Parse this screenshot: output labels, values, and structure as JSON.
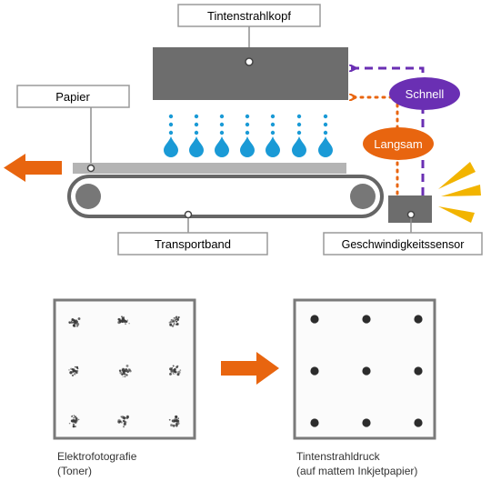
{
  "labels": {
    "printhead": "Tintenstrahlkopf",
    "paper": "Papier",
    "belt": "Transportband",
    "sensor": "Geschwindigkeitssensor",
    "fast": "Schnell",
    "slow": "Langsam"
  },
  "comparison": {
    "left_title": "Elektrofotografie",
    "left_sub": "(Toner)",
    "right_title": "Tintenstrahldruck",
    "right_sub": "(auf mattem Inkjetpapier)"
  },
  "colors": {
    "accent_orange": "#e8650f",
    "accent_purple": "#6a2fb3",
    "ink_blue": "#1a9ad6",
    "machine_gray": "#6d6d6d",
    "paper_gray": "#b4b4b4",
    "signal_yellow": "#f2b400"
  },
  "icons": {
    "direction": "arrow-left-icon",
    "signal": "signal-rays-icon",
    "transition": "arrow-right-icon"
  }
}
